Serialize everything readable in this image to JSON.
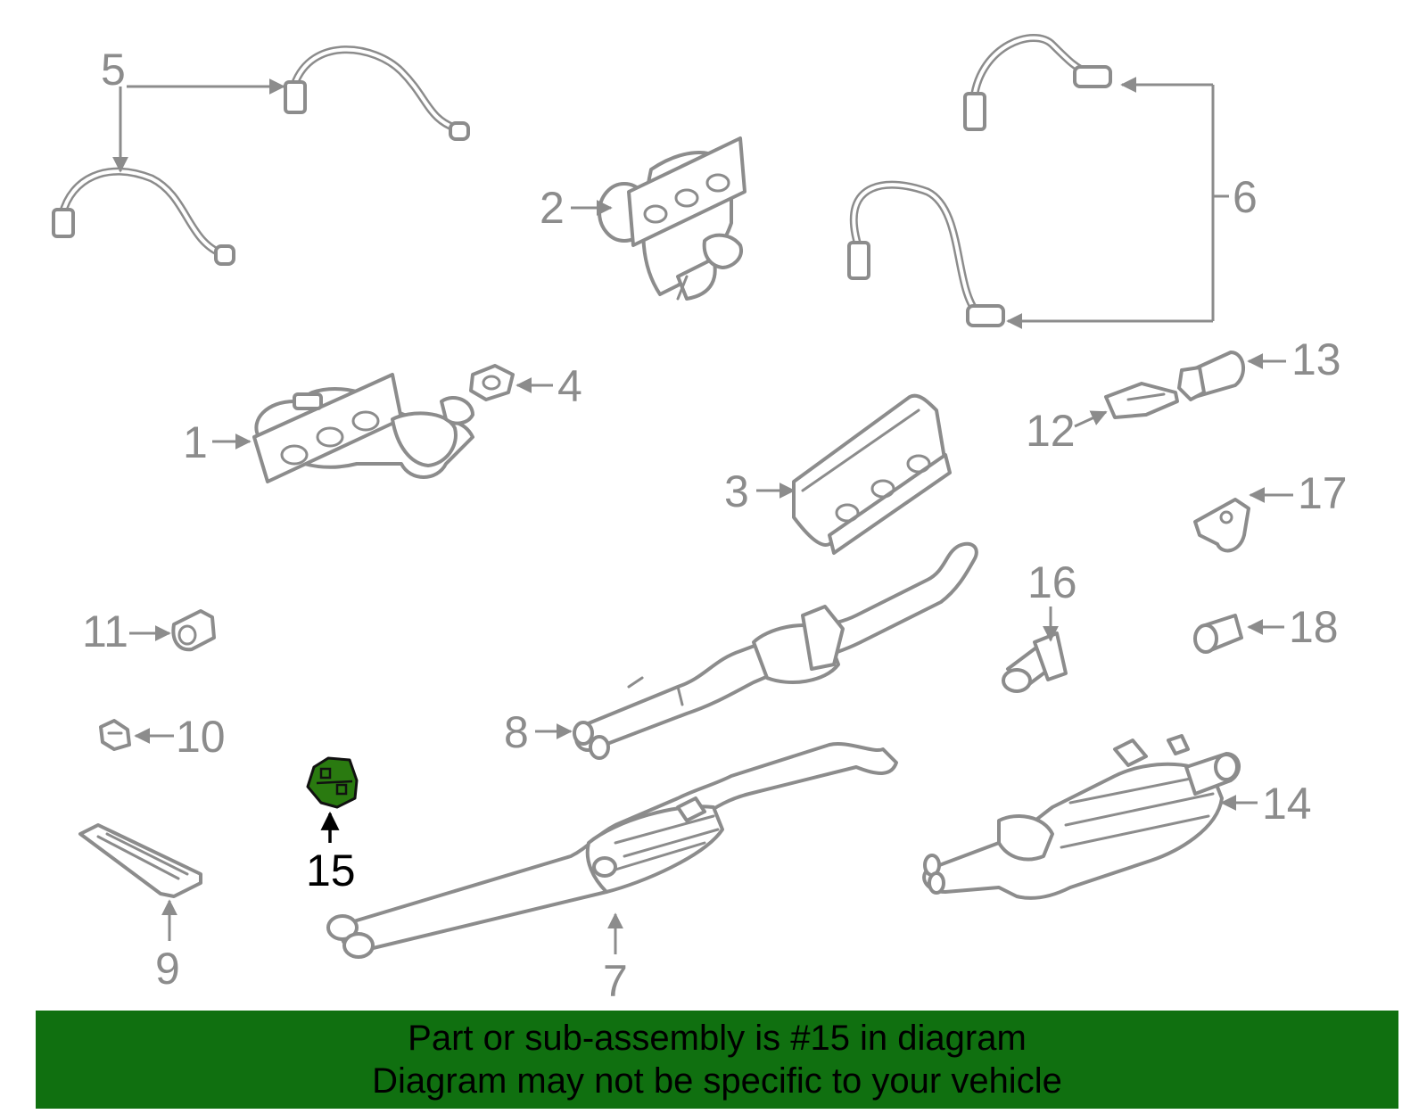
{
  "diagram": {
    "callouts": [
      "1",
      "2",
      "3",
      "4",
      "5",
      "6",
      "7",
      "8",
      "9",
      "10",
      "11",
      "12",
      "13",
      "14",
      "15",
      "16",
      "17",
      "18"
    ],
    "highlighted": "15",
    "colors": {
      "part_stroke": "#8c8c8c",
      "highlight_fill": "#2a7a10",
      "banner": "#107010"
    }
  },
  "banner": {
    "line1": "Part or sub-assembly is #15 in diagram",
    "line2": "Diagram may not be specific to your vehicle"
  }
}
